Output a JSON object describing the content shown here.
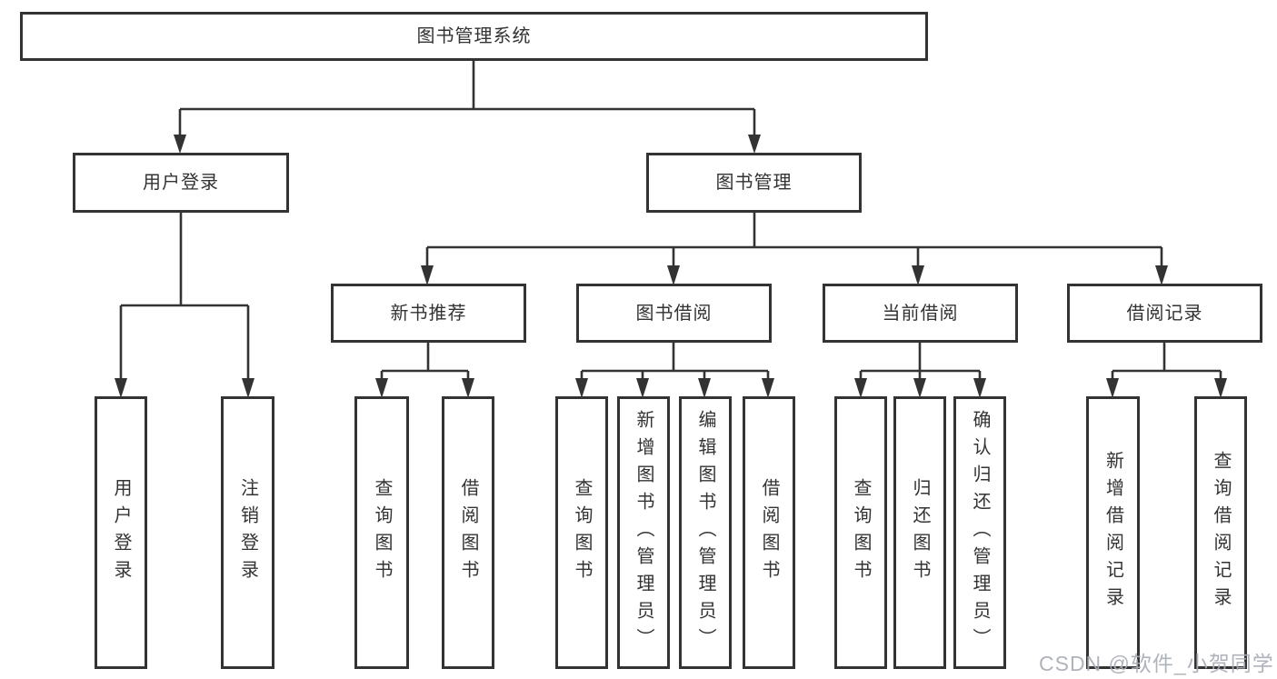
{
  "diagram": {
    "root": {
      "label": "图书管理系统"
    },
    "login_branch": {
      "label": "用户登录",
      "children": [
        {
          "label": "用户登录"
        },
        {
          "label": "注销登录"
        }
      ]
    },
    "mgmt_branch": {
      "label": "图书管理",
      "groups": [
        {
          "label": "新书推荐",
          "children": [
            {
              "label": "查询图书"
            },
            {
              "label": "借阅图书"
            }
          ]
        },
        {
          "label": "图书借阅",
          "children": [
            {
              "label": "查询图书"
            },
            {
              "label": "新增图书（管理员）"
            },
            {
              "label": "编辑图书（管理员）"
            },
            {
              "label": "借阅图书"
            }
          ]
        },
        {
          "label": "当前借阅",
          "children": [
            {
              "label": "查询图书"
            },
            {
              "label": "归还图书"
            },
            {
              "label": "确认归还（管理员）"
            }
          ]
        },
        {
          "label": "借阅记录",
          "children": [
            {
              "label": "新增借阅记录"
            },
            {
              "label": "查询借阅记录"
            }
          ]
        }
      ]
    },
    "watermark": "CSDN @软件_小贺同学",
    "colors": {
      "line": "#333333",
      "text": "#333333",
      "watermark": "#a8adb5",
      "background": "#ffffff"
    }
  }
}
